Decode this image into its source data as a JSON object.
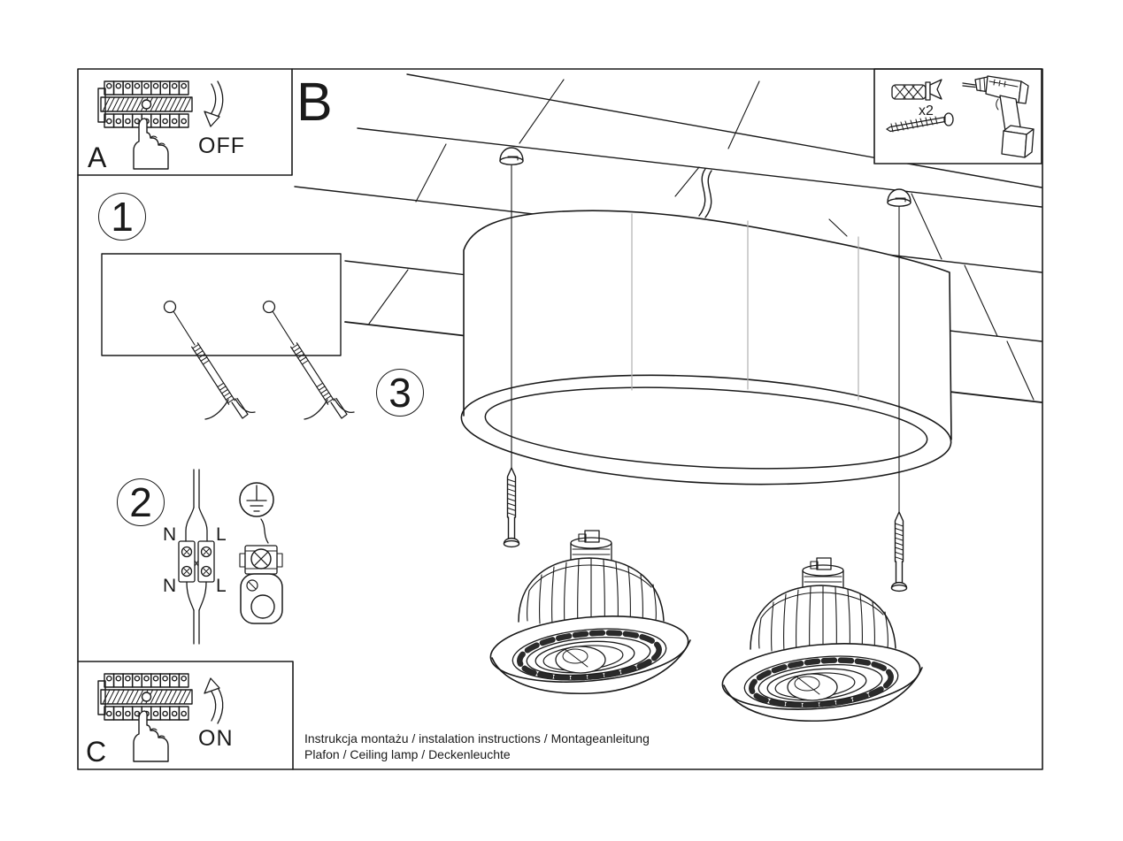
{
  "document_type": "installation-instruction-sheet",
  "colors": {
    "line": "#1a1a1a",
    "seam_gray": "#b0b0b0",
    "background": "#ffffff"
  },
  "panel_a": {
    "label": "A",
    "status": "OFF",
    "icons": [
      "circuit-breaker-panel-icon",
      "pressing-hand-icon",
      "curved-arrow-down-icon"
    ]
  },
  "panel_b": {
    "label": "B"
  },
  "panel_c": {
    "label": "C",
    "status": "ON",
    "icons": [
      "circuit-breaker-panel-icon",
      "pressing-hand-icon",
      "curved-arrow-up-icon"
    ]
  },
  "steps": [
    {
      "number": "1",
      "content": "wall-holes-and-anchors"
    },
    {
      "number": "2",
      "content": "wiring-terminal-block-and-ground-clamp"
    },
    {
      "number": "3",
      "content": "mount-lamp-to-ceiling"
    }
  ],
  "wiring": {
    "top_left": "N",
    "top_right": "L",
    "bottom_left": "N",
    "bottom_right": "L",
    "symbols": [
      "earth-ground-icon"
    ]
  },
  "parts_box": {
    "quantity": "x2",
    "items": [
      "wall-plug-icon",
      "mounting-screw-icon",
      "drill-icon"
    ]
  },
  "main_illustration": {
    "items": [
      "ceiling-planks",
      "oval-ceiling-lamp",
      "mounting-screws",
      "power-cable",
      "ar111-bulb",
      "ar111-bulb"
    ]
  },
  "footer": {
    "line1": "Instrukcja montażu / instalation instructions / Montageanleitung",
    "line2": "Plafon / Ceiling lamp / Deckenleuchte"
  }
}
